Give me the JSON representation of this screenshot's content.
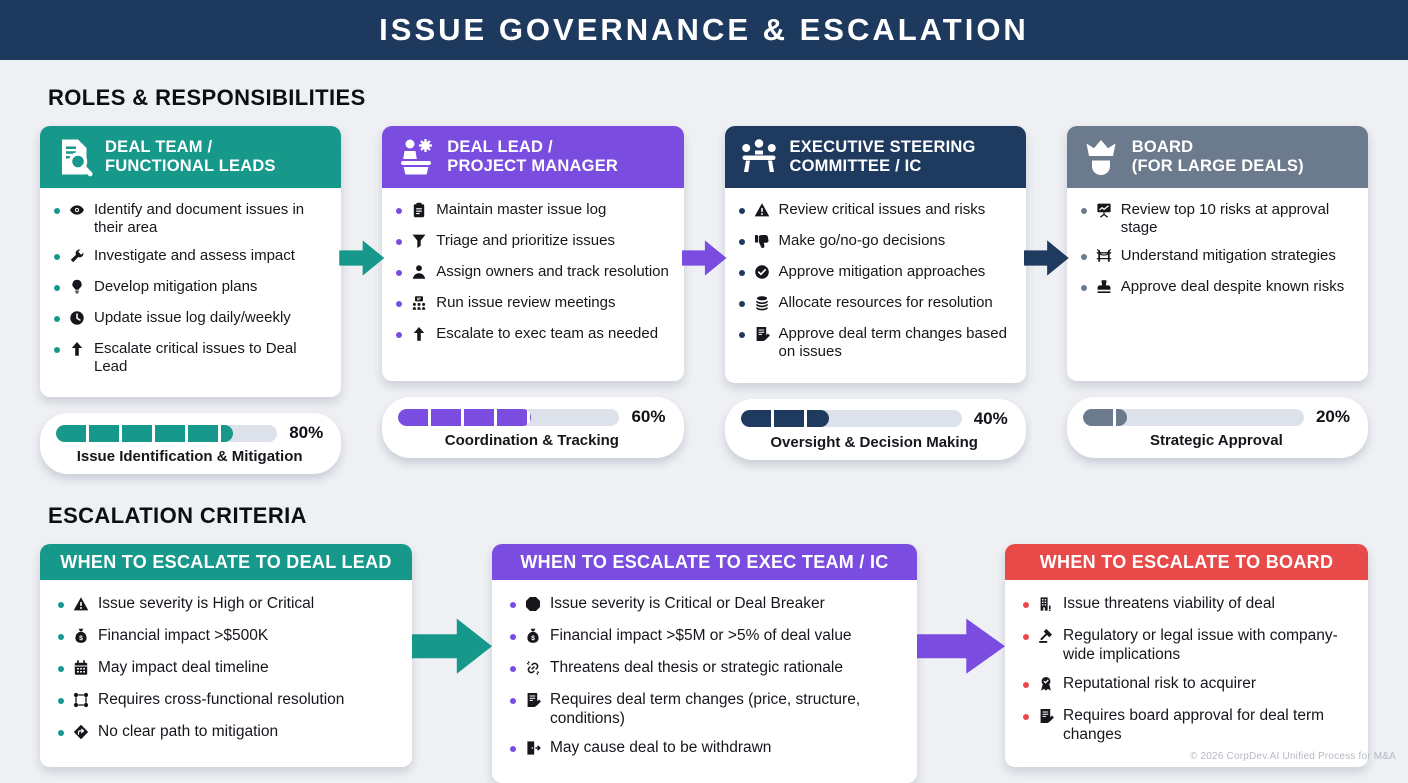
{
  "banner": {
    "title": "ISSUE GOVERNANCE & ESCALATION",
    "bg_color": "#1d3a5e"
  },
  "page": {
    "bg_color": "#eef0f4",
    "track_color": "#dde2ea"
  },
  "roles": {
    "heading": "ROLES & RESPONSIBILITIES",
    "arrow_colors": [
      "#16988a",
      "#7a4ce0",
      "#1e3a5f"
    ],
    "cards": [
      {
        "title_line1": "DEAL TEAM /",
        "title_line2": "FUNCTIONAL LEADS",
        "header_icon": "document-search",
        "accent": "#16988a",
        "items": [
          {
            "icon": "eye",
            "text": "Identify and document issues in their area"
          },
          {
            "icon": "wrench",
            "text": "Investigate and assess impact"
          },
          {
            "icon": "lightbulb",
            "text": "Develop mitigation plans"
          },
          {
            "icon": "clock",
            "text": "Update issue log daily/weekly"
          },
          {
            "icon": "arrow-up",
            "text": "Escalate critical issues to Deal Lead"
          }
        ],
        "progress": {
          "percent": 80,
          "percent_label": "80%",
          "label": "Issue Identification & Mitigation"
        }
      },
      {
        "title_line1": "DEAL LEAD /",
        "title_line2": "PROJECT MANAGER",
        "header_icon": "podium",
        "accent": "#7a4ce0",
        "items": [
          {
            "icon": "clipboard",
            "text": "Maintain master issue log"
          },
          {
            "icon": "funnel",
            "text": "Triage and prioritize issues"
          },
          {
            "icon": "person",
            "text": "Assign owners and track resolution"
          },
          {
            "icon": "team-meeting",
            "text": "Run issue review meetings"
          },
          {
            "icon": "arrow-up",
            "text": "Escalate to exec team as needed"
          }
        ],
        "progress": {
          "percent": 60,
          "percent_label": "60%",
          "label": "Coordination & Tracking"
        }
      },
      {
        "title_line1": "EXECUTIVE STEERING",
        "title_line2": "COMMITTEE / IC",
        "header_icon": "meeting-table",
        "accent": "#1e3a5f",
        "items": [
          {
            "icon": "warning",
            "text": "Review critical issues and risks"
          },
          {
            "icon": "thumbs-down",
            "text": "Make go/no-go decisions"
          },
          {
            "icon": "check-circle",
            "text": "Approve mitigation approaches"
          },
          {
            "icon": "coins",
            "text": "Allocate resources for resolution"
          },
          {
            "icon": "document-edit",
            "text": "Approve deal term changes based on issues"
          }
        ],
        "progress": {
          "percent": 40,
          "percent_label": "40%",
          "label": "Oversight & Decision Making"
        }
      },
      {
        "title_line1": "BOARD",
        "title_line2": "(FOR LARGE DEALS)",
        "header_icon": "crown-shield",
        "accent": "#6b7a8c",
        "items": [
          {
            "icon": "presentation-chart",
            "text": "Review top 10 risks at approval stage"
          },
          {
            "icon": "strategy",
            "text": "Understand mitigation strategies"
          },
          {
            "icon": "stamp",
            "text": "Approve deal despite known risks"
          }
        ],
        "progress": {
          "percent": 20,
          "percent_label": "20%",
          "label": "Strategic Approval"
        }
      }
    ]
  },
  "escalation": {
    "heading": "ESCALATION CRITERIA",
    "arrow_colors": [
      "#16988a",
      "#7a4ce0"
    ],
    "cards": [
      {
        "title": "WHEN TO ESCALATE TO DEAL LEAD",
        "accent": "#16988a",
        "items": [
          {
            "icon": "warning",
            "text": "Issue severity is High or Critical"
          },
          {
            "icon": "money-bag",
            "text": "Financial impact >$500K"
          },
          {
            "icon": "calendar",
            "text": "May impact deal timeline"
          },
          {
            "icon": "network",
            "text": "Requires cross-functional resolution"
          },
          {
            "icon": "no-path",
            "text": "No clear path to mitigation"
          }
        ]
      },
      {
        "title": "WHEN TO ESCALATE TO EXEC TEAM / IC",
        "accent": "#7a4ce0",
        "items": [
          {
            "icon": "octagon",
            "text": "Issue severity is Critical or Deal Breaker"
          },
          {
            "icon": "money-bag",
            "text": "Financial impact >$5M or >5% of deal value"
          },
          {
            "icon": "broken-link",
            "text": "Threatens deal thesis or strategic rationale"
          },
          {
            "icon": "document-edit",
            "text": "Requires deal term changes (price, structure, conditions)"
          },
          {
            "icon": "door-exit",
            "text": "May cause deal to be withdrawn"
          }
        ]
      },
      {
        "title": "WHEN TO ESCALATE TO BOARD",
        "accent": "#e84a4a",
        "items": [
          {
            "icon": "building",
            "text": "Issue threatens viability of deal"
          },
          {
            "icon": "gavel",
            "text": "Regulatory or legal issue with company-wide implications"
          },
          {
            "icon": "reputation",
            "text": "Reputational risk to acquirer"
          },
          {
            "icon": "document-edit",
            "text": "Requires board approval for deal term changes"
          }
        ]
      }
    ]
  },
  "footer": {
    "copyright": "© 2026 CorpDev.AI Unified Process for M&A"
  }
}
